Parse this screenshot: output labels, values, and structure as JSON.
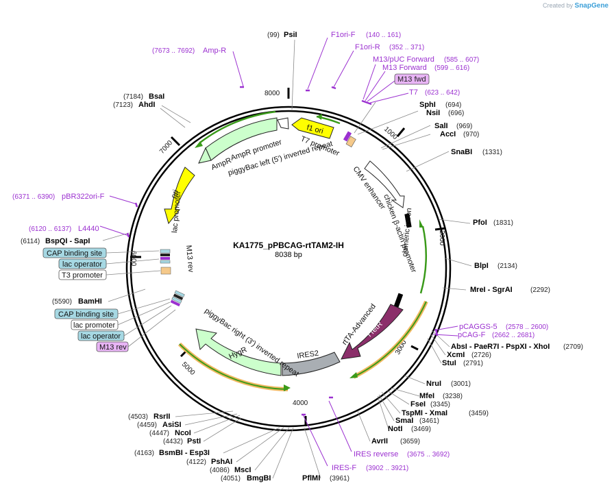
{
  "watermark": {
    "prefix": "Created by",
    "brand": "SnapGene"
  },
  "plasmid": {
    "name": "KA1775_pPBCAG-rtTAM2-IH",
    "length_label": "8038 bp"
  },
  "ticks": [
    "1000",
    "2000",
    "3000",
    "4000",
    "5000",
    "6000",
    "7000",
    "8000"
  ],
  "enzymes": [
    {
      "pos": "(99)",
      "name": "PsiI"
    },
    {
      "pos": "(694)",
      "name": "SphI"
    },
    {
      "pos": "(696)",
      "name": "NsiI"
    },
    {
      "pos": "(969)",
      "name": "SalI"
    },
    {
      "pos": "(970)",
      "name": "AccI"
    },
    {
      "pos": "(1331)",
      "name": "SnaBI"
    },
    {
      "pos": "(1831)",
      "name": "PfoI"
    },
    {
      "pos": "(2134)",
      "name": "BlpI"
    },
    {
      "pos": "(2292)",
      "name": "MreI - SgrAI"
    },
    {
      "pos": "(2709)",
      "name": "AbsI - PaeR7I - PspXI - XhoI"
    },
    {
      "pos": "(2726)",
      "name": "XcmI"
    },
    {
      "pos": "(2791)",
      "name": "StuI"
    },
    {
      "pos": "(3001)",
      "name": "NruI"
    },
    {
      "pos": "(3238)",
      "name": "MfeI"
    },
    {
      "pos": "(3345)",
      "name": "FseI"
    },
    {
      "pos": "(3459)",
      "name": "TspMI - XmaI"
    },
    {
      "pos": "(3461)",
      "name": "SmaI"
    },
    {
      "pos": "(3469)",
      "name": "NotI"
    },
    {
      "pos": "(3659)",
      "name": "AvrII"
    },
    {
      "pos": "(3961)",
      "name": "PflMI"
    },
    {
      "pos": "(4051)",
      "name": "BmgBI"
    },
    {
      "pos": "(4086)",
      "name": "MscI"
    },
    {
      "pos": "(4122)",
      "name": "PshAI"
    },
    {
      "pos": "(4163)",
      "name": "BsmBI - Esp3I"
    },
    {
      "pos": "(4432)",
      "name": "PstI"
    },
    {
      "pos": "(4447)",
      "name": "NcoI"
    },
    {
      "pos": "(4459)",
      "name": "AsiSI"
    },
    {
      "pos": "(4503)",
      "name": "RsrII"
    },
    {
      "pos": "(5590)",
      "name": "BamHI"
    },
    {
      "pos": "(6114)",
      "name": "BspQI - SapI"
    },
    {
      "pos": "(7123)",
      "name": "AhdI"
    },
    {
      "pos": "(7184)",
      "name": "BsaI"
    }
  ],
  "primers": [
    {
      "name": "F1ori-F",
      "range": "(140 .. 161)"
    },
    {
      "name": "F1ori-R",
      "range": "(352 .. 371)"
    },
    {
      "name": "M13/pUC Forward",
      "range": "(585 .. 607)"
    },
    {
      "name": "M13 Forward",
      "range": "(599 .. 616)"
    },
    {
      "name": "M13 fwd",
      "range": ""
    },
    {
      "name": "T7",
      "range": "(623 .. 642)"
    },
    {
      "name": "pCAGGS-5",
      "range": "(2578 .. 2600)"
    },
    {
      "name": "pCAG-F",
      "range": "(2662 .. 2681)"
    },
    {
      "name": "IRES reverse",
      "range": "(3675 .. 3692)"
    },
    {
      "name": "IRES-F",
      "range": "(3902 .. 3921)"
    },
    {
      "name": "pBR322ori-F",
      "range": "(6371 .. 6390)"
    },
    {
      "name": "L4440",
      "range": "(6120 .. 6137)"
    },
    {
      "name": "Amp-R",
      "range": "(7673 .. 7692)"
    }
  ],
  "boxed_features": [
    {
      "name": "CAP binding site"
    },
    {
      "name": "lac operator"
    },
    {
      "name": "T3 promoter"
    },
    {
      "name": "CAP binding site"
    },
    {
      "name": "lac promoter"
    },
    {
      "name": "lac operator"
    },
    {
      "name": "M13 rev"
    }
  ],
  "features": {
    "f1_ori": "f1 ori",
    "ampr": "AmpR",
    "ampr_promoter": "AmpR promoter",
    "pb_left": "piggyBac left (5') inverted repeat",
    "t7_promoter": "T7 promoter",
    "cmv_enhancer": "CMV enhancer",
    "cba_promoter": "chicken β-actin promoter",
    "chimeric_intron": "chimeric intron",
    "rtta": "rtTA-Advanced",
    "rtetr": "rTetR",
    "ires2": "IRES2",
    "hygr": "HygR",
    "pb_right": "piggyBac right (3') inverted repeat",
    "ori": "ori",
    "lac_promoter": "lac promoter",
    "m13_rev": "M13 rev"
  },
  "colors": {
    "primer": "#9b30d0",
    "ori": "#ffff00",
    "marker": "#ccffcc",
    "rtta": "#8b2f6a",
    "ires": "#a9aeb3",
    "cap_box": "#a6d8e3",
    "primer_box": "#e8b4f5",
    "orf_band": "#f5c98a",
    "orf_arrow": "#3a9a1a"
  }
}
